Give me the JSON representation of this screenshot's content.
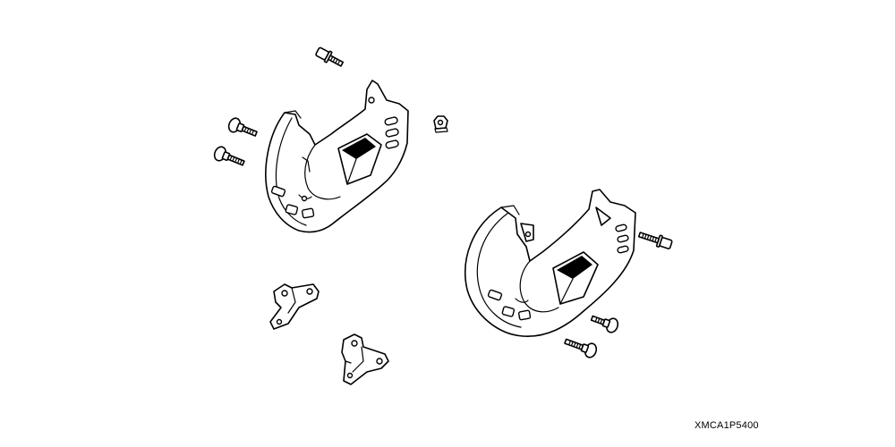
{
  "diagram": {
    "reference_code": "XMCA1P5400",
    "parts": [
      "left-guard-plate",
      "right-guard-plate",
      "flange-bolt",
      "washer-bolt",
      "flange-nut",
      "mounting-bracket"
    ]
  },
  "colors": {
    "line": "#000000",
    "background": "#ffffff"
  }
}
